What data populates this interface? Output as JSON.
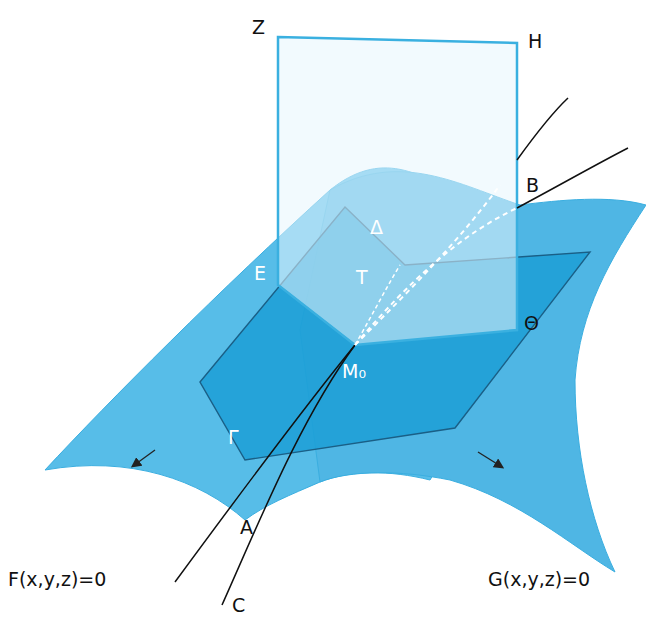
{
  "diagram": {
    "labels": [
      "Z",
      "H",
      "B",
      "Δ",
      "E",
      "T",
      "Θ",
      "M₀",
      "Γ",
      "A",
      "C",
      "F(x,y,z)=0",
      "G(x,y,z)=0"
    ]
  }
}
